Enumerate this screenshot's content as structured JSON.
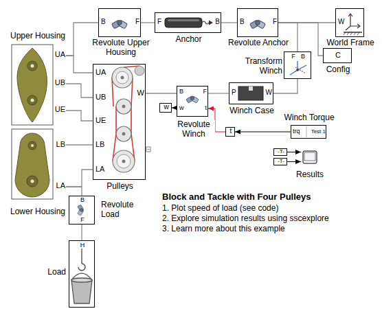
{
  "diagram": {
    "title": "Block and Tackle with Four Pulleys",
    "nodes": [
      {
        "text": [
          "Upper Housing",
          "UA",
          "UB",
          "UE"
        ]
      },
      {
        "text": [
          "Lower Housing",
          "LB",
          "LA"
        ]
      },
      {
        "text": [
          "Revolute Upper Housing",
          "B",
          "F"
        ]
      },
      {
        "text": [
          "Anchor",
          "F",
          "B"
        ]
      },
      {
        "text": [
          "Revolute Anchor",
          "B",
          "F"
        ]
      },
      {
        "text": [
          "World Frame",
          "W"
        ]
      },
      {
        "text": [
          "Config",
          "C"
        ]
      },
      {
        "text": [
          "Transform Winch",
          "F",
          "B"
        ]
      },
      {
        "text": [
          "Pulleys",
          "UA",
          "UB",
          "UE",
          "LB",
          "LA",
          "W"
        ]
      },
      {
        "text": [
          "Revolute Winch",
          "B",
          "F",
          "w",
          "t"
        ]
      },
      {
        "text": [
          "Winch Case",
          "P",
          "W"
        ]
      },
      {
        "text": [
          "w"
        ]
      },
      {
        "text": [
          "t"
        ]
      },
      {
        "text": [
          "Winch Torque",
          "trq",
          "Test 1"
        ]
      },
      {
        "text": [
          "Results"
        ]
      },
      {
        "text": [
          "-T-"
        ]
      },
      {
        "text": [
          "-T-"
        ]
      },
      {
        "text": [
          "Revolute Load",
          "B",
          "F"
        ]
      },
      {
        "text": [
          "Load",
          "H"
        ]
      }
    ],
    "edges": [
      {
        "from": 0,
        "to": 2,
        "arrow": "none"
      },
      {
        "from": 0,
        "to": 8,
        "arrow": "none"
      },
      {
        "from": 0,
        "to": 8,
        "arrow": "none"
      },
      {
        "from": 0,
        "to": 8,
        "arrow": "none"
      },
      {
        "from": 1,
        "to": 8,
        "arrow": "none"
      },
      {
        "from": 1,
        "to": 8,
        "arrow": "none"
      },
      {
        "from": 1,
        "to": 17,
        "arrow": "none"
      },
      {
        "from": 2,
        "to": 3,
        "arrow": "none"
      },
      {
        "from": 3,
        "to": 4,
        "arrow": "none"
      },
      {
        "from": 4,
        "to": 5,
        "arrow": "none"
      },
      {
        "from": 4,
        "to": 7,
        "arrow": "none"
      },
      {
        "from": 4,
        "to": 6,
        "arrow": "none"
      },
      {
        "from": 7,
        "to": 10,
        "arrow": "none"
      },
      {
        "from": 8,
        "to": 9,
        "arrow": "none"
      },
      {
        "from": 9,
        "to": 10,
        "arrow": "none"
      },
      {
        "from": 9,
        "to": 11,
        "arrow": "to"
      },
      {
        "from": 13,
        "to": 12,
        "arrow": "to"
      },
      {
        "from": 12,
        "to": 9,
        "arrow": "to"
      },
      {
        "from": 15,
        "to": 14,
        "arrow": "to"
      },
      {
        "from": 16,
        "to": 14,
        "arrow": "to"
      },
      {
        "from": 17,
        "to": 18,
        "arrow": "none"
      }
    ],
    "labels": [
      "1. Plot speed of load (see code)",
      "2. Explore simulation results using sscexplore",
      "3. Learn more about this example"
    ]
  }
}
